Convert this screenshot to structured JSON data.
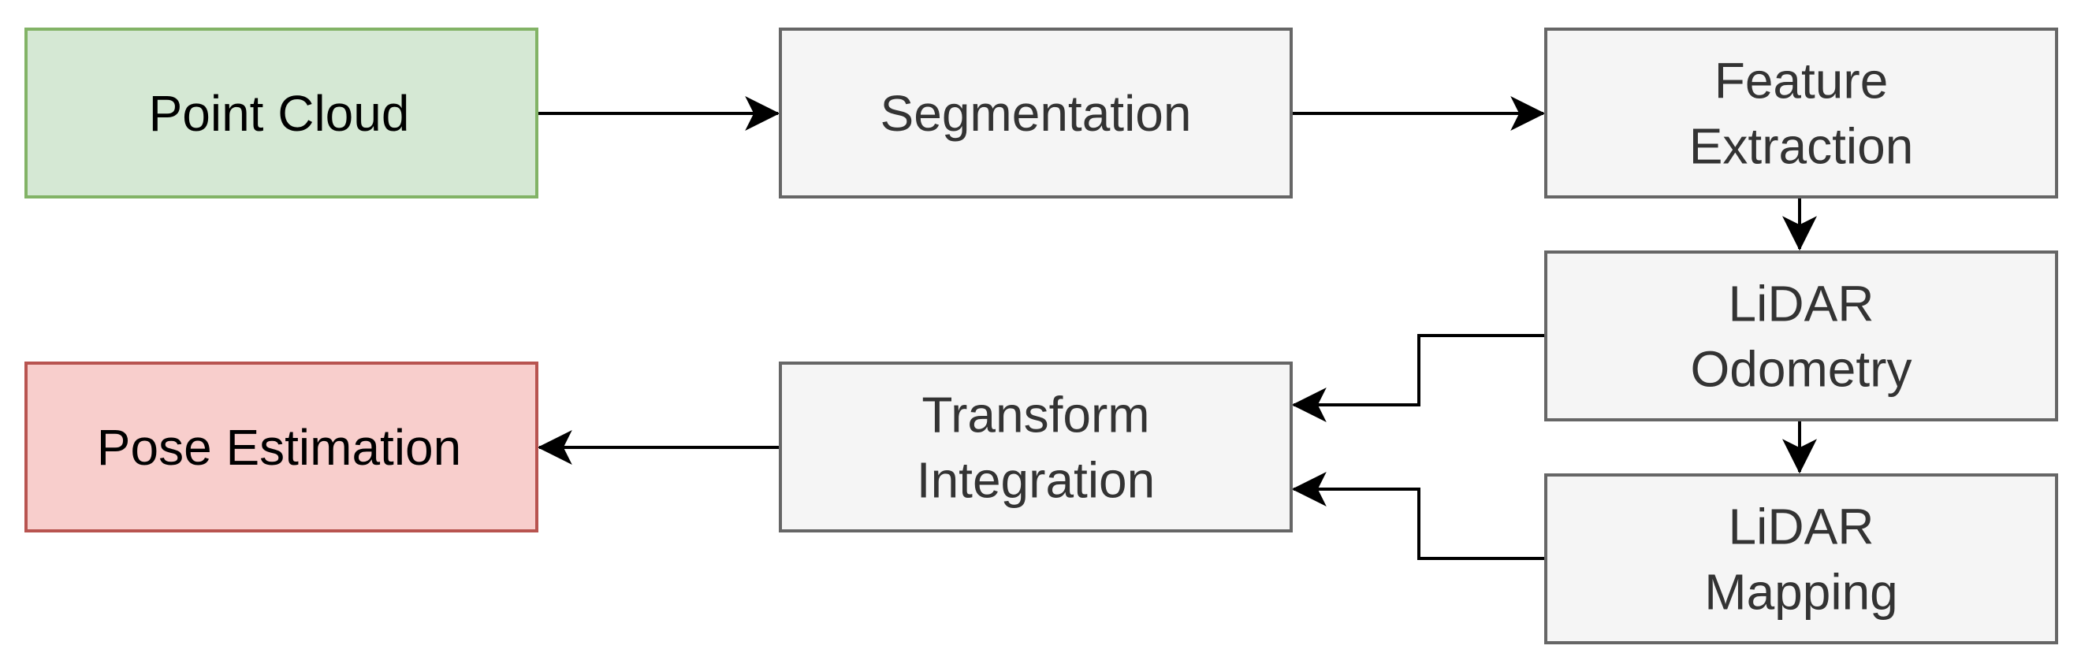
{
  "nodes": {
    "point_cloud": {
      "lines": [
        "Point Cloud"
      ],
      "fill": "#d5e8d4",
      "stroke": "#82b366",
      "text_color": "#000000"
    },
    "segmentation": {
      "lines": [
        "Segmentation"
      ],
      "fill": "#f5f5f5",
      "stroke": "#666666",
      "text_color": "#333333"
    },
    "feature_extraction": {
      "lines": [
        "Feature",
        "Extraction"
      ],
      "fill": "#f5f5f5",
      "stroke": "#666666",
      "text_color": "#333333"
    },
    "lidar_odometry": {
      "lines": [
        "LiDAR",
        "Odometry"
      ],
      "fill": "#f5f5f5",
      "stroke": "#666666",
      "text_color": "#333333"
    },
    "lidar_mapping": {
      "lines": [
        "LiDAR",
        "Mapping"
      ],
      "fill": "#f5f5f5",
      "stroke": "#666666",
      "text_color": "#333333"
    },
    "transform_integration": {
      "lines": [
        "Transform",
        "Integration"
      ],
      "fill": "#f5f5f5",
      "stroke": "#666666",
      "text_color": "#333333"
    },
    "pose_estimation": {
      "lines": [
        "Pose Estimation"
      ],
      "fill": "#f8cecc",
      "stroke": "#b85450",
      "text_color": "#000000"
    }
  },
  "edges": [
    {
      "from": "point_cloud",
      "to": "segmentation"
    },
    {
      "from": "segmentation",
      "to": "feature_extraction"
    },
    {
      "from": "feature_extraction",
      "to": "lidar_odometry"
    },
    {
      "from": "lidar_odometry",
      "to": "lidar_mapping"
    },
    {
      "from": "lidar_odometry",
      "to": "transform_integration"
    },
    {
      "from": "lidar_mapping",
      "to": "transform_integration"
    },
    {
      "from": "transform_integration",
      "to": "pose_estimation"
    }
  ],
  "edge_color": "#000000"
}
